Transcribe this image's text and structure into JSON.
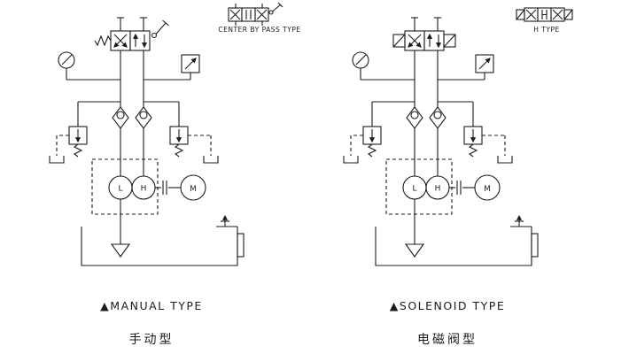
{
  "colors": {
    "ink": "#1c1c1c",
    "background": "#ffffff"
  },
  "diagrams": {
    "left": {
      "corner_valve_label": "CENTER BY PASS TYPE",
      "type_label": "▲MANUAL TYPE",
      "chinese_label": "手动型"
    },
    "right": {
      "corner_valve_label": "H TYPE",
      "type_label": "▲SOLENOID TYPE",
      "chinese_label": "电磁阀型"
    },
    "component_labels": {
      "low_pump": "L",
      "high_pump": "H",
      "motor": "M"
    }
  }
}
